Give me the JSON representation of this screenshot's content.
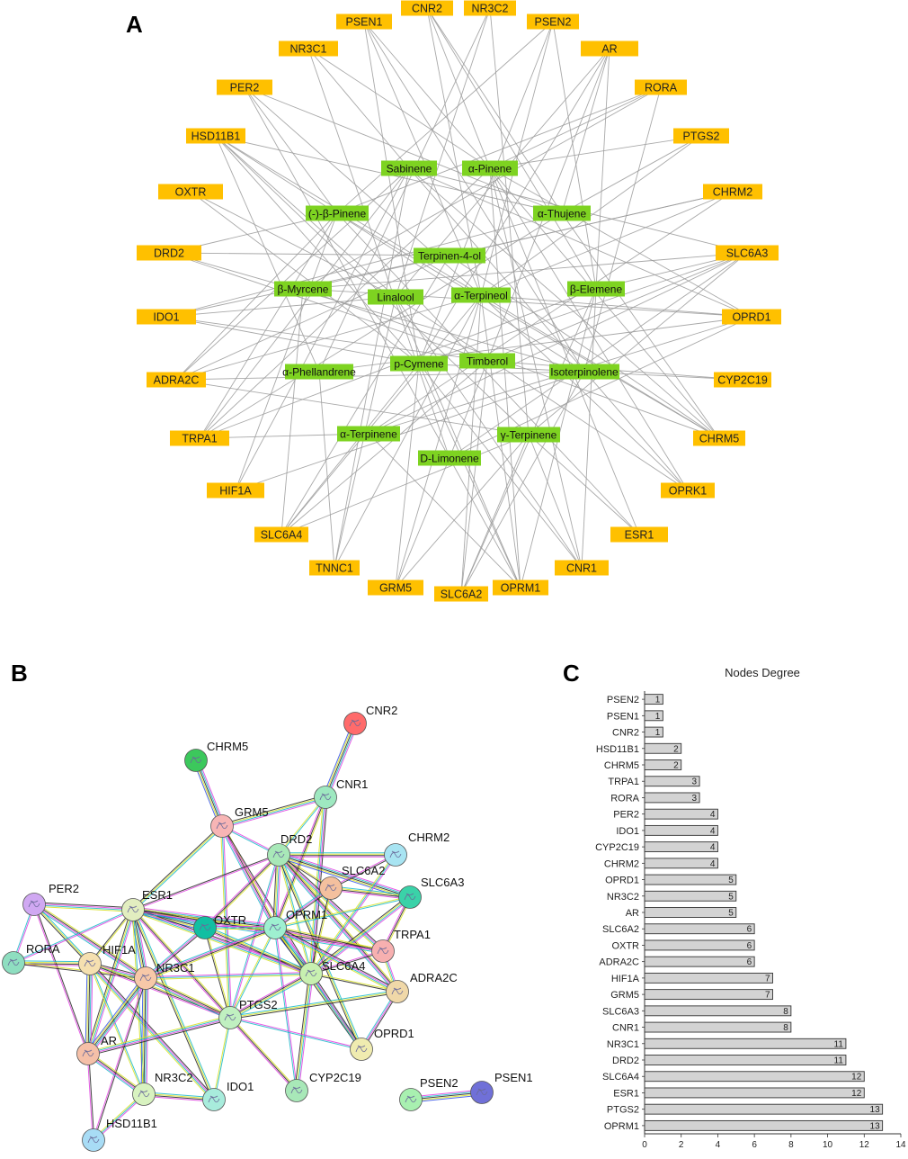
{
  "panels": {
    "a": "A",
    "b": "B",
    "c": "C"
  },
  "network": {
    "compounds": [
      "Sabinene",
      "α-Pinene",
      "(-)-β-Pinene",
      "α-Thujene",
      "Terpinen-4-ol",
      "β-Myrcene",
      "Linalool",
      "α-Terpineol",
      "β-Elemene",
      "α-Phellandrene",
      "p-Cymene",
      "Timberol",
      "Isoterpinolene",
      "α-Terpinene",
      "γ-Terpinene",
      "D-Limonene"
    ],
    "targets": [
      "CNR2",
      "NR3C2",
      "PSEN1",
      "PSEN2",
      "NR3C1",
      "AR",
      "PER2",
      "RORA",
      "HSD11B1",
      "PTGS2",
      "OXTR",
      "CHRM2",
      "DRD2",
      "SLC6A3",
      "IDO1",
      "OPRD1",
      "ADRA2C",
      "CYP2C19",
      "TRPA1",
      "CHRM5",
      "HIF1A",
      "OPRK1",
      "SLC6A4",
      "ESR1",
      "TNNC1",
      "CNR1",
      "GRM5",
      "SLC6A2",
      "OPRM1"
    ],
    "node_color_compound": "#7ed321",
    "node_color_target": "#ffc000",
    "edge_color": "#9a9a9a"
  },
  "ppi": {
    "proteins": [
      "CNR2",
      "CHRM5",
      "CNR1",
      "GRM5",
      "DRD2",
      "CHRM2",
      "SLC6A2",
      "SLC6A3",
      "PER2",
      "ESR1",
      "OXTR",
      "OPRM1",
      "TRPA1",
      "RORA",
      "HIF1A",
      "NR3C1",
      "SLC6A4",
      "ADRA2C",
      "PTGS2",
      "AR",
      "OPRD1",
      "NR3C2",
      "IDO1",
      "CYP2C19",
      "PSEN2",
      "PSEN1",
      "HSD11B1"
    ]
  },
  "chart_data": {
    "type": "bar",
    "orientation": "horizontal",
    "title": "Nodes Degree",
    "categories": [
      "PSEN2",
      "PSEN1",
      "CNR2",
      "HSD11B1",
      "CHRM5",
      "TRPA1",
      "RORA",
      "PER2",
      "IDO1",
      "CYP2C19",
      "CHRM2",
      "OPRD1",
      "NR3C2",
      "AR",
      "SLC6A2",
      "OXTR",
      "ADRA2C",
      "HIF1A",
      "GRM5",
      "SLC6A3",
      "CNR1",
      "NR3C1",
      "DRD2",
      "SLC6A4",
      "ESR1",
      "PTGS2",
      "OPRM1"
    ],
    "values": [
      1,
      1,
      1,
      2,
      2,
      3,
      3,
      4,
      4,
      4,
      4,
      5,
      5,
      5,
      6,
      6,
      6,
      7,
      7,
      8,
      8,
      11,
      11,
      12,
      12,
      13,
      13
    ],
    "xlim": [
      0,
      14
    ],
    "xticks": [
      0,
      2,
      4,
      6,
      8,
      10,
      12,
      14
    ],
    "bar_color": "#d3d3d3",
    "grid": false
  }
}
